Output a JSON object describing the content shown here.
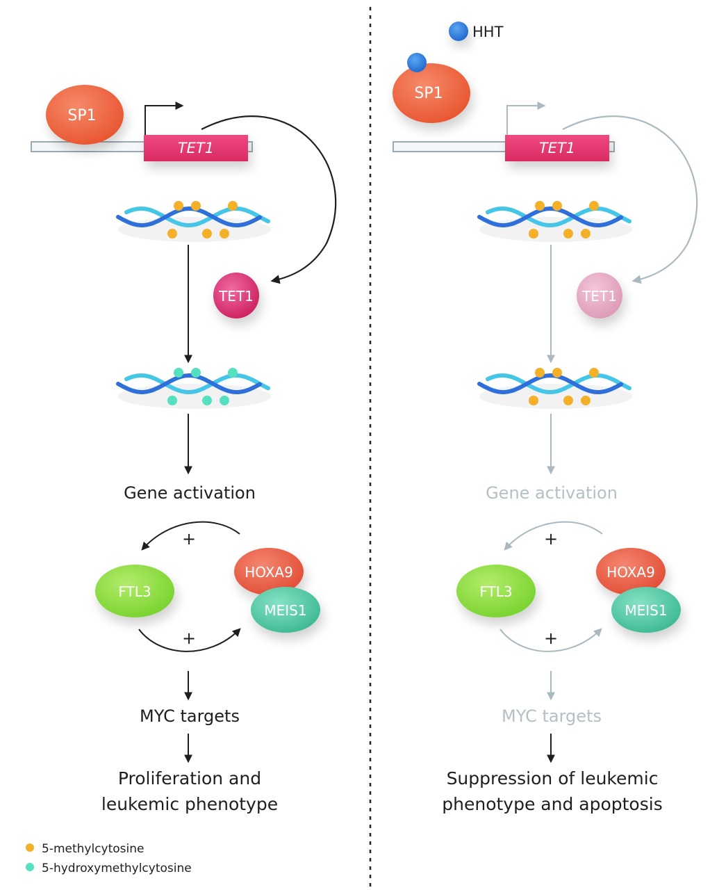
{
  "colors": {
    "sp1": "#f0663f",
    "tet1_gene": "#e5336b",
    "tet1_protein": "#e0387a",
    "tet1_protein_faded": "#e8a8c4",
    "hht": "#2f7fe0",
    "dna_strand_dark": "#2e6fd9",
    "dna_strand_light": "#46c6e6",
    "methyl": "#f5b02a",
    "hydroxymethyl": "#55e0c0",
    "ftl3": "#8fe048",
    "hoxa9": "#ee5f45",
    "meis1": "#52c9a4",
    "active_arrow": "#1e1e1e",
    "inactive_arrow": "#aab8c0",
    "inactive_text": "#b4c0c6",
    "divider": "#222222"
  },
  "left_panel": {
    "sp1_label": "SP1",
    "gene_label": "TET1",
    "tet1_protein_label": "TET1",
    "gene_activation_label": "Gene activation",
    "plus_top": "+",
    "plus_bottom": "+",
    "ftl3_label": "FTL3",
    "hoxa9_label": "HOXA9",
    "meis1_label": "MEIS1",
    "myc_label": "MYC targets",
    "outcome_line1": "Proliferation and",
    "outcome_line2": "leukemic phenotype"
  },
  "right_panel": {
    "hht_label": "HHT",
    "sp1_label": "SP1",
    "gene_label": "TET1",
    "tet1_protein_label": "TET1",
    "gene_activation_label": "Gene activation",
    "plus_top": "+",
    "plus_bottom": "+",
    "ftl3_label": "FTL3",
    "hoxa9_label": "HOXA9",
    "meis1_label": "MEIS1",
    "myc_label": "MYC targets",
    "outcome_line1": "Suppression of leukemic",
    "outcome_line2": "phenotype and apoptosis"
  },
  "legend": {
    "items": [
      {
        "label": "5-methylcytosine",
        "color_key": "methyl"
      },
      {
        "label": "5-hydroxymethylcytosine",
        "color_key": "hydroxymethyl"
      }
    ]
  }
}
